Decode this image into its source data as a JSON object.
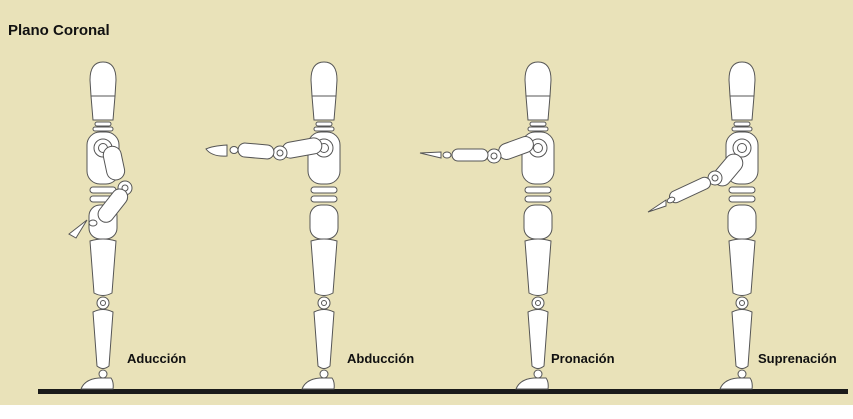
{
  "title": "Plano Coronal",
  "figures": [
    {
      "label": "Aducción"
    },
    {
      "label": "Abducción"
    },
    {
      "label": "Pronación"
    },
    {
      "label": "Suprenación"
    }
  ],
  "colors": {
    "background": "#e9e2b9",
    "ground": "#1a1a1a",
    "figure_fill": "#ffffff",
    "figure_stroke": "#555555"
  }
}
